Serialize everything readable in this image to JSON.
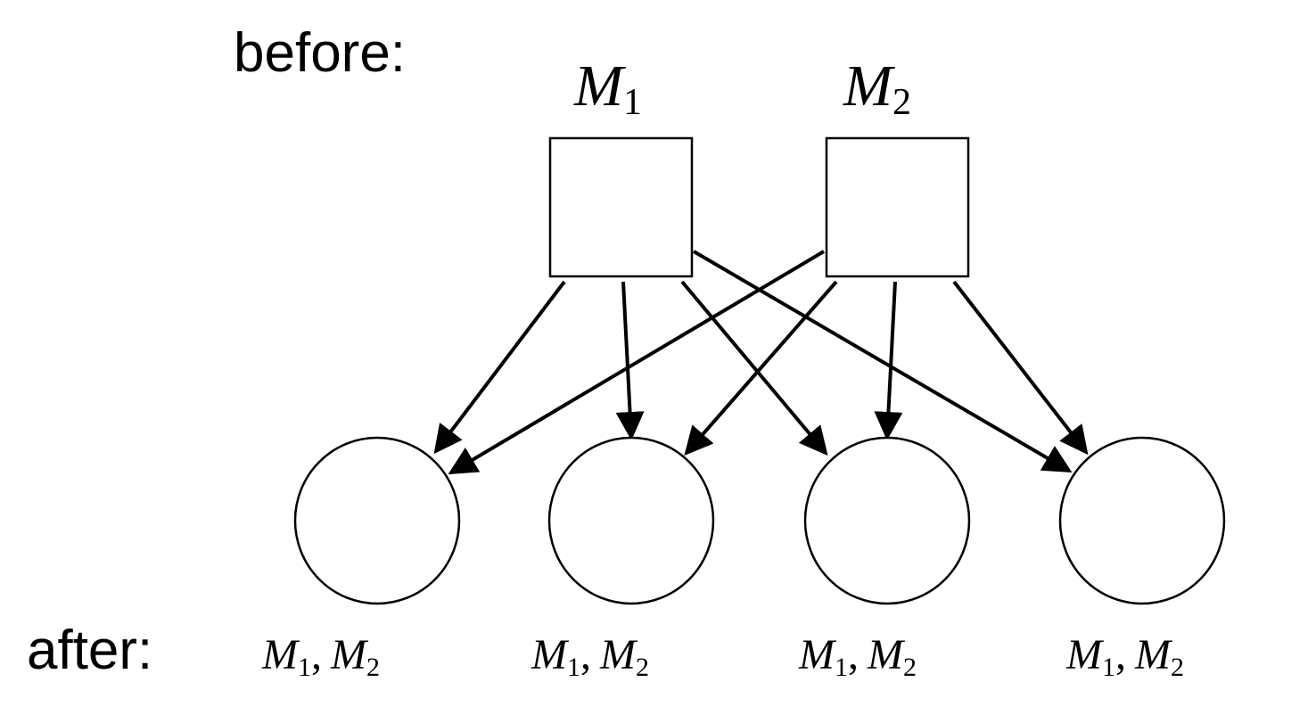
{
  "labels": {
    "before": "before:",
    "after": "after:"
  },
  "sources": [
    {
      "var": "M",
      "sub": "1"
    },
    {
      "var": "M",
      "sub": "2"
    }
  ],
  "targets": [
    {
      "items": [
        {
          "var": "M",
          "sub": "1"
        },
        {
          "var": "M",
          "sub": "2"
        }
      ],
      "separator": ","
    },
    {
      "items": [
        {
          "var": "M",
          "sub": "1"
        },
        {
          "var": "M",
          "sub": "2"
        }
      ],
      "separator": ","
    },
    {
      "items": [
        {
          "var": "M",
          "sub": "1"
        },
        {
          "var": "M",
          "sub": "2"
        }
      ],
      "separator": ","
    },
    {
      "items": [
        {
          "var": "M",
          "sub": "1"
        },
        {
          "var": "M",
          "sub": "2"
        }
      ],
      "separator": ","
    }
  ],
  "edges": [
    {
      "from": 0,
      "to": 0
    },
    {
      "from": 0,
      "to": 1
    },
    {
      "from": 0,
      "to": 2
    },
    {
      "from": 0,
      "to": 3
    },
    {
      "from": 1,
      "to": 0
    },
    {
      "from": 1,
      "to": 1
    },
    {
      "from": 1,
      "to": 2
    },
    {
      "from": 1,
      "to": 3
    }
  ]
}
